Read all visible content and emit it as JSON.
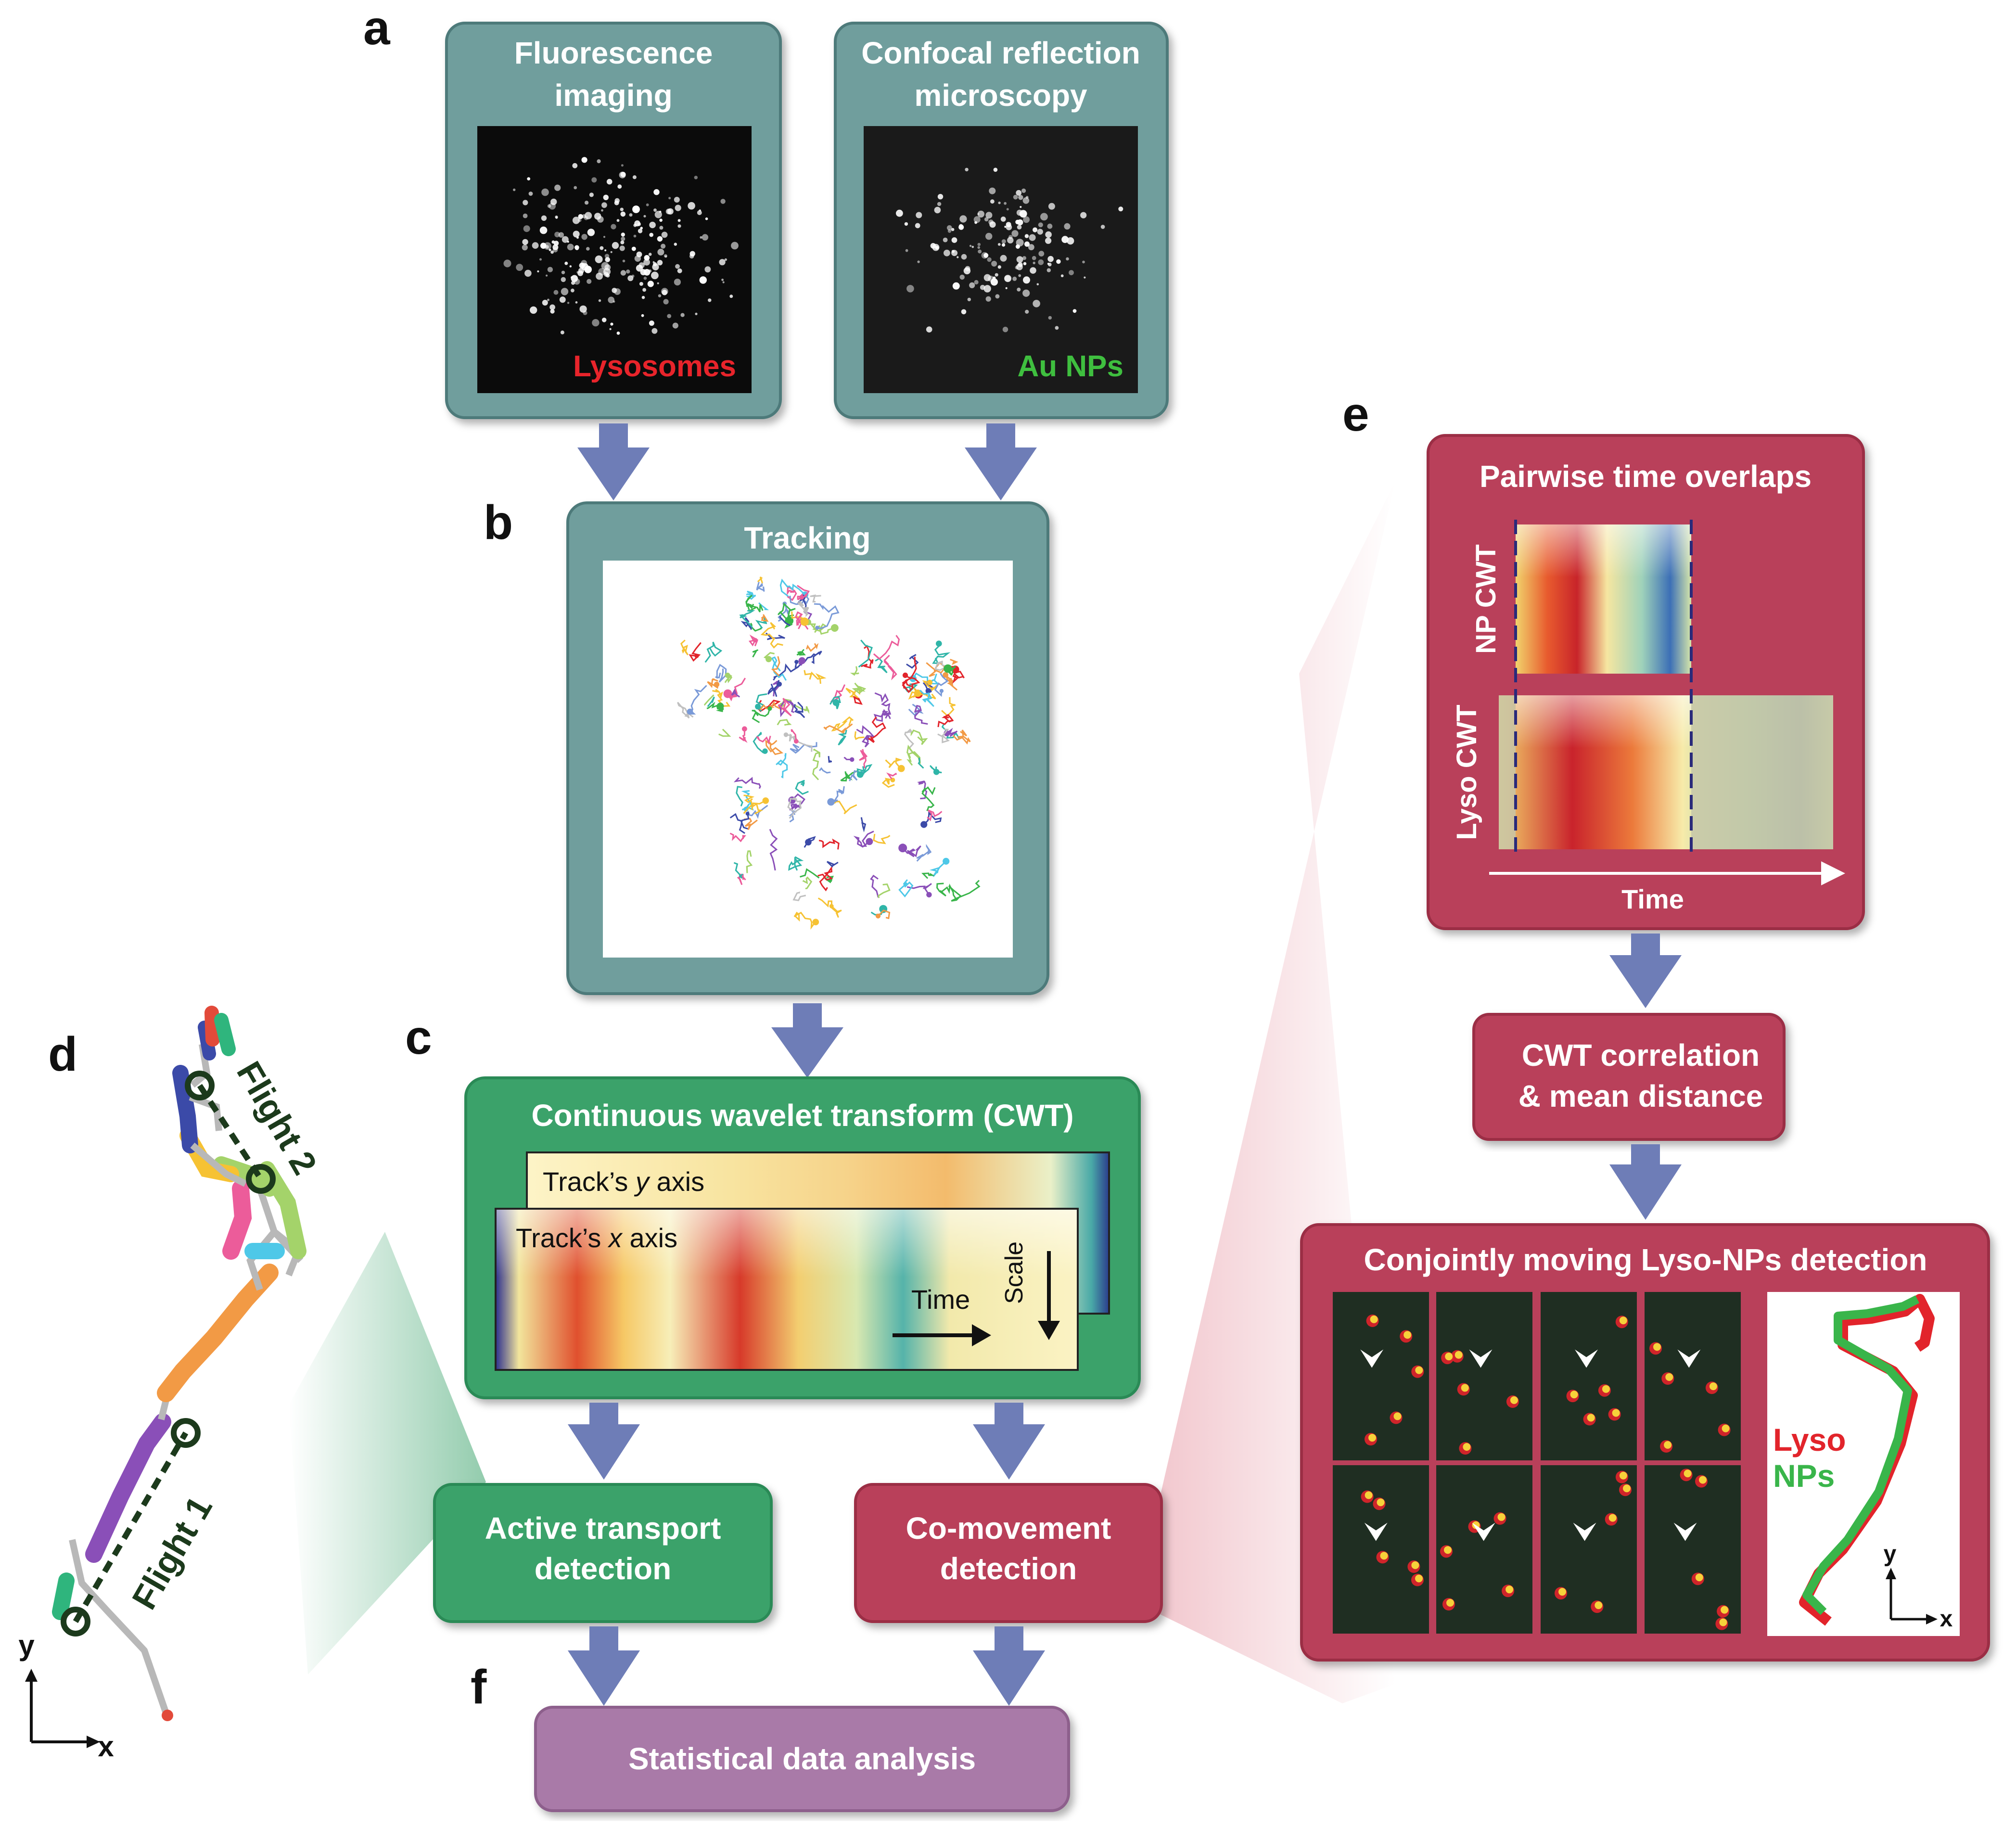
{
  "panels": {
    "a": {
      "letter": "a",
      "box1_title_l1": "Fluorescence",
      "box1_title_l2": "imaging",
      "box1_label": "Lysosomes",
      "box2_title_l1": "Confocal reflection",
      "box2_title_l2": "microscopy",
      "box2_label": "Au NPs"
    },
    "b": {
      "letter": "b",
      "title": "Tracking"
    },
    "c": {
      "letter": "c",
      "title": "Continuous wavelet transform (CWT)",
      "y_card_prefix": "Track’s ",
      "y_card_axis": "y",
      "y_card_suffix": " axis",
      "x_card_prefix": "Track’s ",
      "x_card_axis": "x",
      "x_card_suffix": " axis",
      "time_label": "Time",
      "scale_label": "Scale"
    },
    "d": {
      "letter": "d",
      "flight2": "Flight 2",
      "flight1": "Flight 1",
      "axis_y": "y",
      "axis_x": "x"
    },
    "e": {
      "letter": "e",
      "title": "Pairwise time overlaps",
      "np_label": "NP CWT",
      "lyso_label": "Lyso CWT",
      "time_label": "Time",
      "corr_l1": "CWT correlation",
      "corr_l2": "& mean distance",
      "detect_title": "Conjointly moving Lyso-NPs detection",
      "legend_lyso": "Lyso",
      "legend_nps": "NPs",
      "axis_y": "y",
      "axis_x": "x"
    },
    "f": {
      "letter": "f",
      "title": "Statistical data analysis"
    },
    "active": {
      "l1": "Active transport",
      "l2": "detection"
    },
    "comove": {
      "l1": "Co-movement",
      "l2": "detection"
    }
  },
  "colors": {
    "teal_box": "#6f9e9d",
    "green_box": "#3aa26a",
    "red_box": "#b9405a",
    "purple_box": "#a97aa8",
    "arrow": "#6e7db7",
    "lysosomes_label": "#e8242b",
    "au_label": "#3fbf3f",
    "dark_green": "#1c3a1c"
  },
  "icons": [
    "arrow-down-icon",
    "time-arrow-icon",
    "scale-arrow-icon",
    "axis-icon",
    "detection-arrowhead-icon"
  ]
}
